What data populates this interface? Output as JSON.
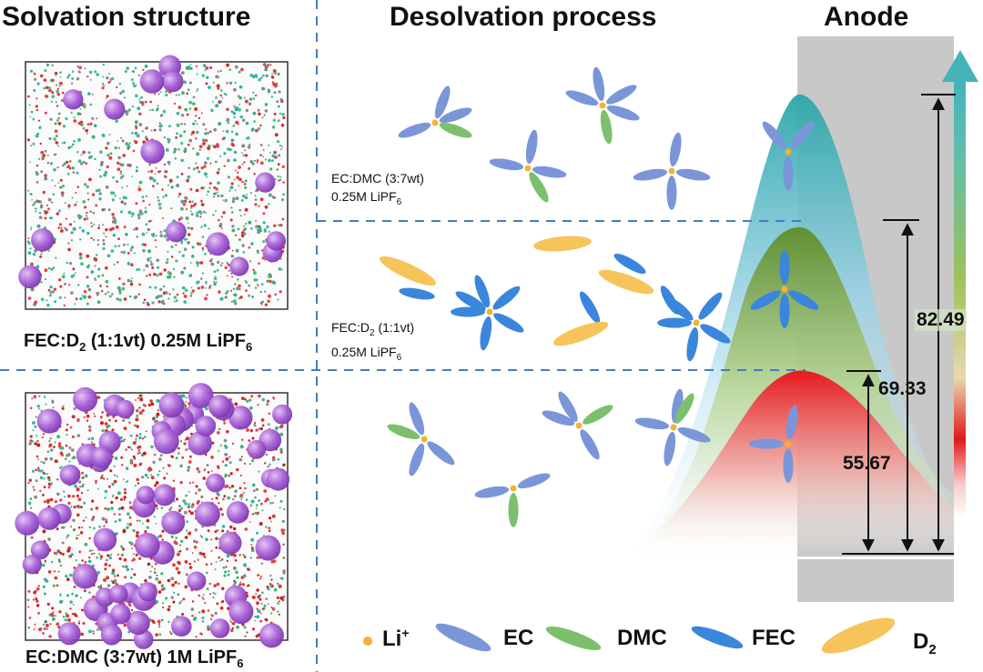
{
  "headings": {
    "solvation": "Solvation structure",
    "desolvation": "Desolvation process",
    "anode": "Anode"
  },
  "captions": {
    "box_top_main": "FEC:D",
    "box_top_sub": "2",
    "box_top_rest": " (1:1vt) 0.25M  LiPF",
    "box_top_sub2": "6",
    "box_bottom_main": "EC:DMC (3:7wt) 1M  LiPF",
    "box_bottom_sub": "6"
  },
  "electrolytes": {
    "ecdmc_line1": "EC:DMC (3:7wt)",
    "ecdmc_line2_main": "0.25M LiPF",
    "ecdmc_line2_sub": "6",
    "fecd2_line1_main": "FEC:D",
    "fecd2_line1_sub": "2",
    "fecd2_line1_rest": " (1:1vt)",
    "fecd2_line2_main": "0.25M LiPF",
    "fecd2_line2_sub": "6"
  },
  "energies": [
    {
      "label": "82.49",
      "color": "#3fb2b6"
    },
    {
      "label": "69.33",
      "color": "#78a644"
    },
    {
      "label": "55.67",
      "color": "#e53935"
    }
  ],
  "legend": {
    "li": "Li",
    "li_sup": "+",
    "ec": "EC",
    "dmc": "DMC",
    "fec": "FEC",
    "d2_main": "D",
    "d2_sub": "2"
  },
  "colors": {
    "ec": "#7a96d8",
    "dmc": "#7cc06e",
    "fec": "#3a86dc",
    "d2": "#f6c45a",
    "li": "#f2b233",
    "lipf6": "#a05ad0",
    "divider": "#3d7fc4"
  }
}
